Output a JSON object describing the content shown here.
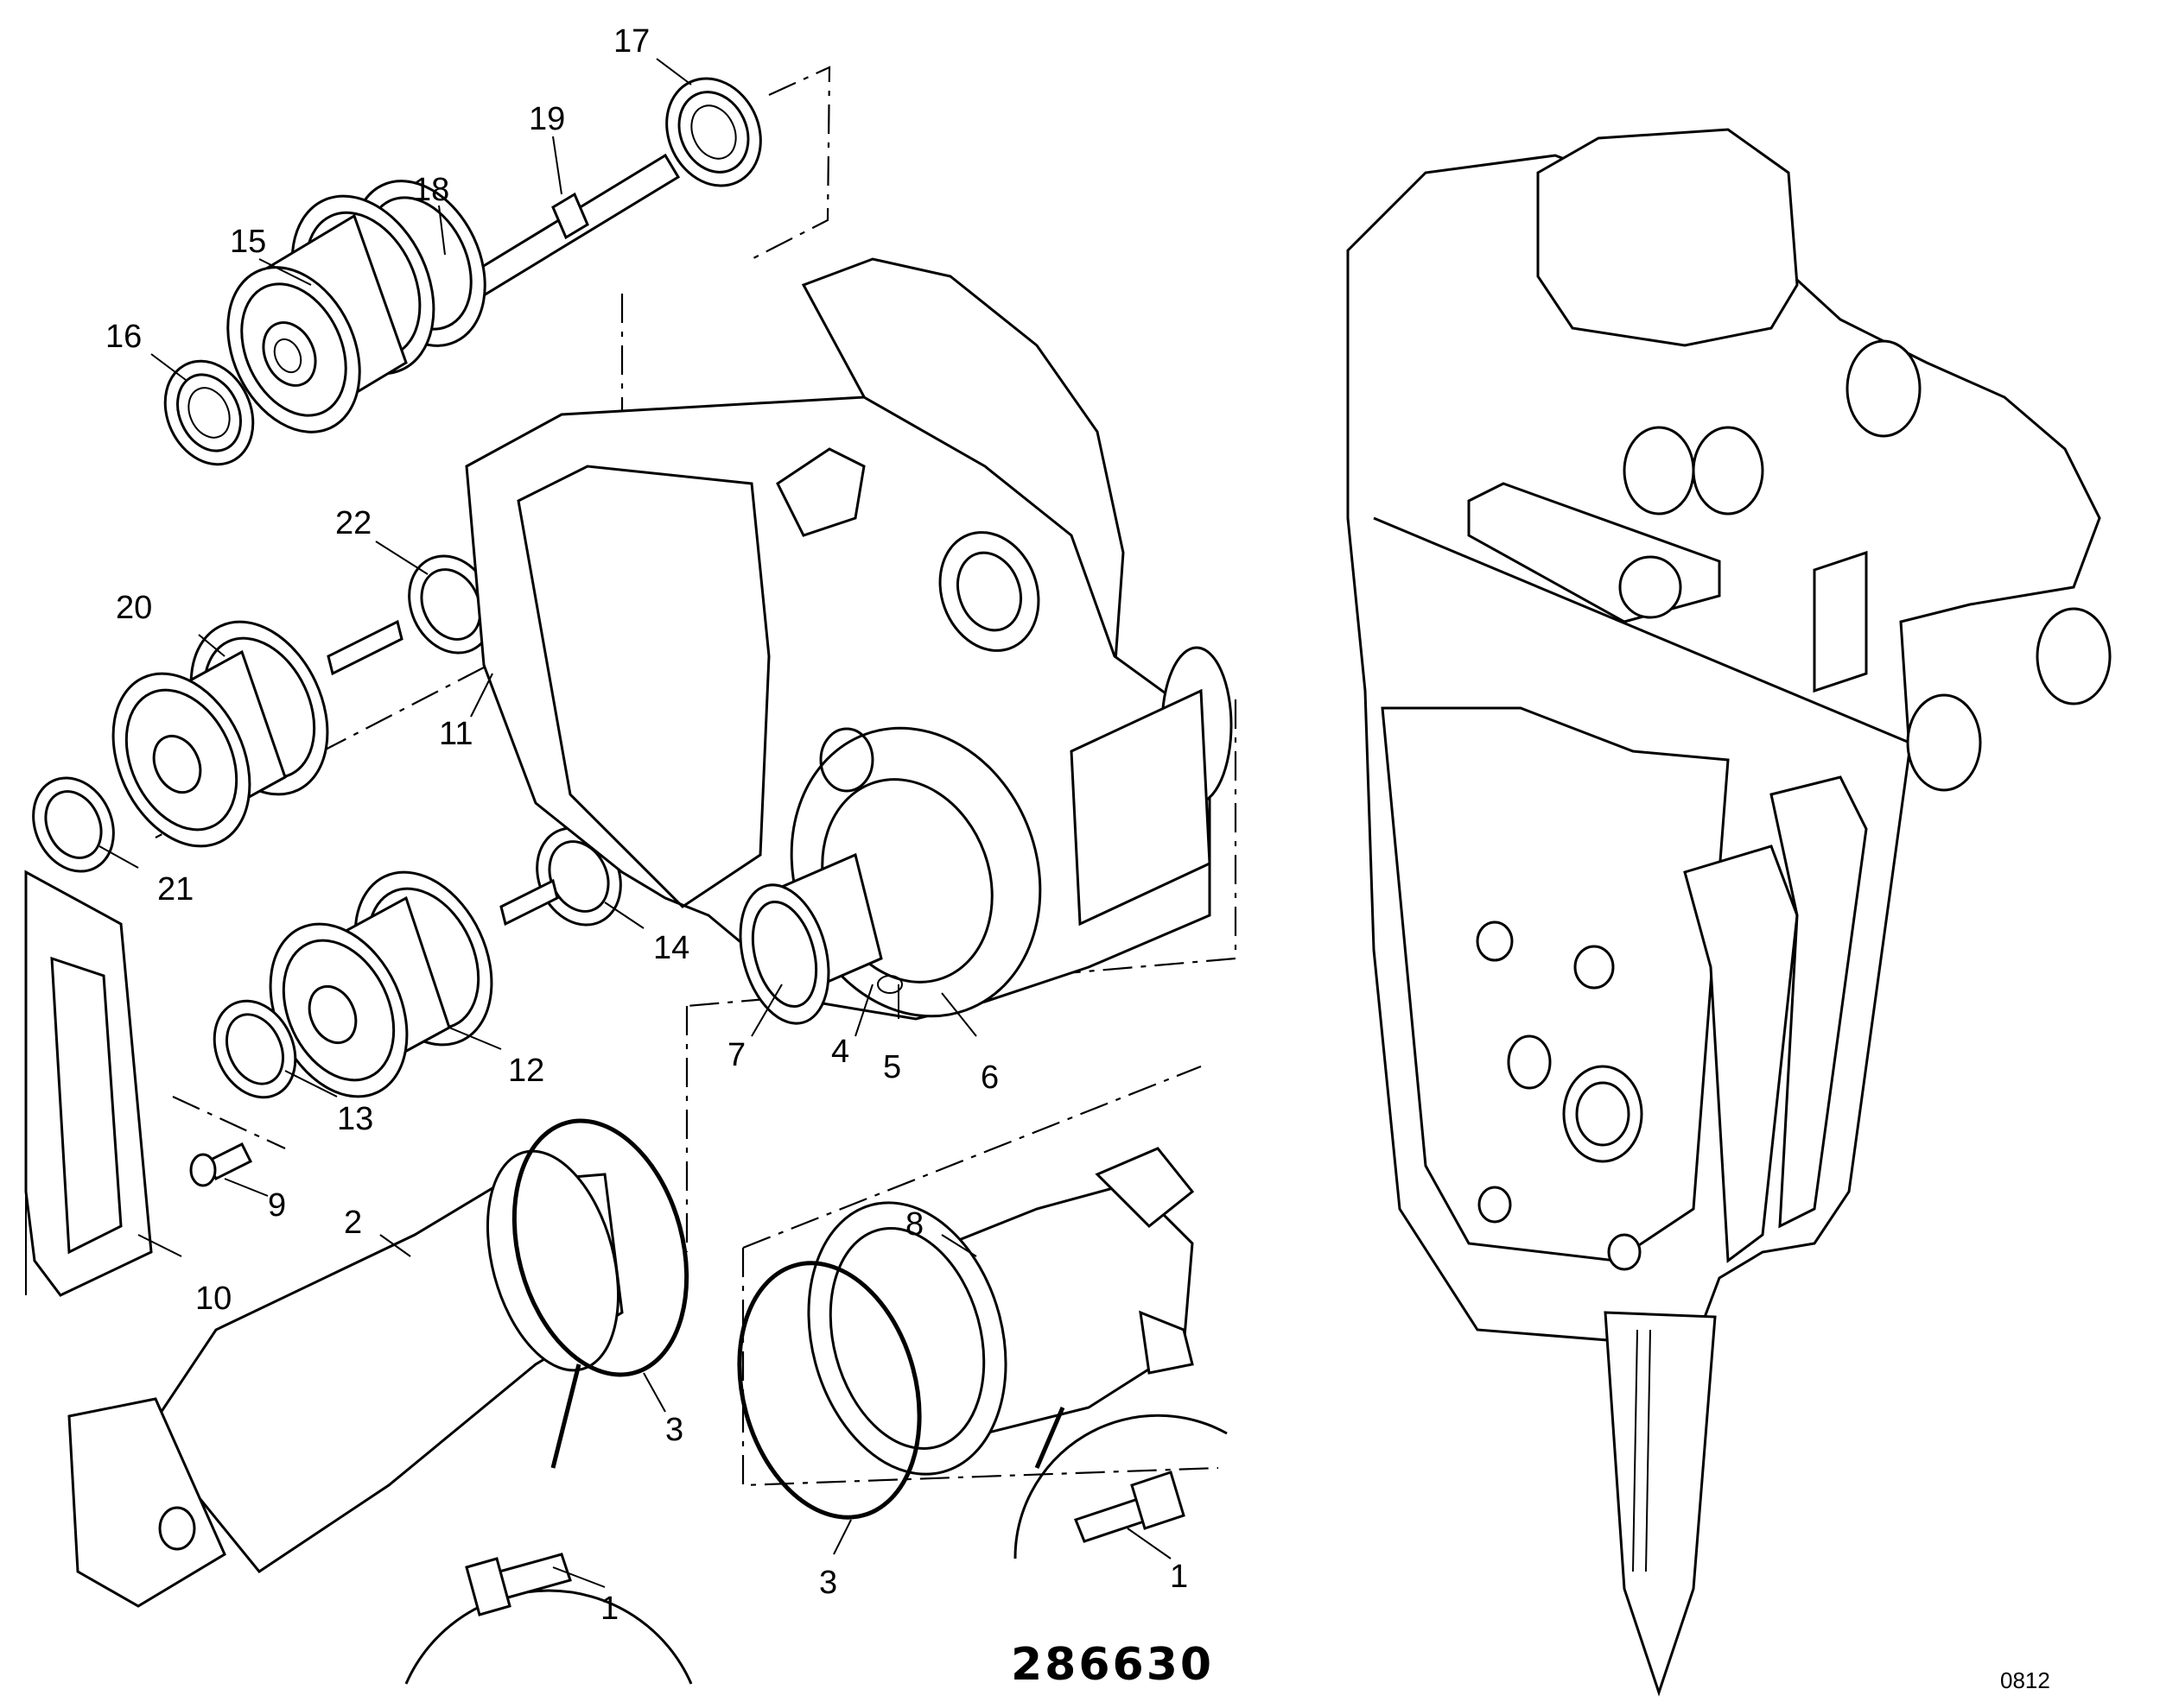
{
  "figure": {
    "drawing_number": "286630",
    "corner_code": "0812"
  },
  "callouts": [
    {
      "id": "c17",
      "text": "17"
    },
    {
      "id": "c19",
      "text": "19"
    },
    {
      "id": "c18",
      "text": "18"
    },
    {
      "id": "c15",
      "text": "15"
    },
    {
      "id": "c16",
      "text": "16"
    },
    {
      "id": "c22",
      "text": "22"
    },
    {
      "id": "c20",
      "text": "20"
    },
    {
      "id": "c11",
      "text": "11"
    },
    {
      "id": "c21",
      "text": "21"
    },
    {
      "id": "c14",
      "text": "14"
    },
    {
      "id": "c12",
      "text": "12"
    },
    {
      "id": "c13",
      "text": "13"
    },
    {
      "id": "c7",
      "text": "7"
    },
    {
      "id": "c4",
      "text": "4"
    },
    {
      "id": "c5",
      "text": "5"
    },
    {
      "id": "c6",
      "text": "6"
    },
    {
      "id": "c9",
      "text": "9"
    },
    {
      "id": "c10",
      "text": "10"
    },
    {
      "id": "c2",
      "text": "2"
    },
    {
      "id": "c3a",
      "text": "3"
    },
    {
      "id": "c8",
      "text": "8"
    },
    {
      "id": "c3b",
      "text": "3"
    },
    {
      "id": "c1a",
      "text": "1"
    },
    {
      "id": "c1b",
      "text": "1"
    }
  ]
}
